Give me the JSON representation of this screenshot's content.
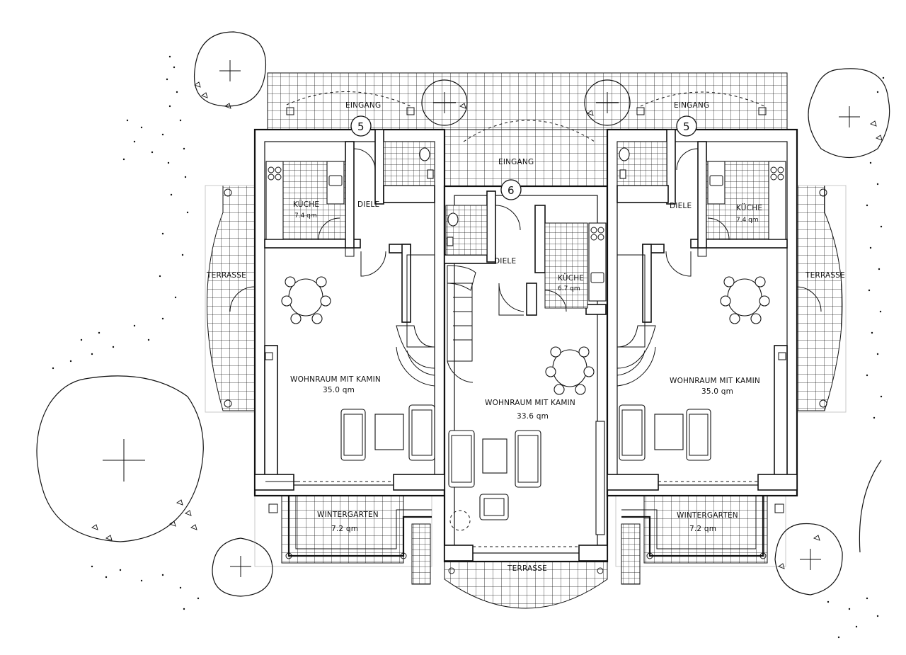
{
  "units": [
    {
      "id": "left",
      "entrance_label": "EINGANG",
      "unit_number": "5",
      "kitchen": {
        "name": "KÜCHE",
        "area": "7.4 qm"
      },
      "hall": {
        "name": "DIELE"
      },
      "terrace": {
        "name": "TERRASSE"
      },
      "living": {
        "name": "WOHNRAUM MIT KAMIN",
        "area": "35.0 qm"
      },
      "wintergarden": {
        "name": "WINTERGARTEN",
        "area": "7.2 qm"
      }
    },
    {
      "id": "middle",
      "entrance_label": "EINGANG",
      "unit_number": "6",
      "kitchen": {
        "name": "KÜCHE",
        "area": "6.7 qm"
      },
      "hall": {
        "name": "DIELE"
      },
      "terrace": {
        "name": "TERRASSE"
      },
      "living": {
        "name": "WOHNRAUM MIT KAMIN",
        "area": "33.6 qm"
      }
    },
    {
      "id": "right",
      "entrance_label": "EINGANG",
      "unit_number": "5",
      "kitchen": {
        "name": "KÜCHE",
        "area": "7.4 qm"
      },
      "hall": {
        "name": "DIELE"
      },
      "terrace": {
        "name": "TERRASSE"
      },
      "living": {
        "name": "WOHNRAUM MIT KAMIN",
        "area": "35.0 qm"
      },
      "wintergarden": {
        "name": "WINTERGARTEN",
        "area": "7.2 qm"
      }
    }
  ],
  "colors": {
    "ink": "#111111",
    "paper": "#ffffff",
    "ghost": "#c9c9c9"
  }
}
